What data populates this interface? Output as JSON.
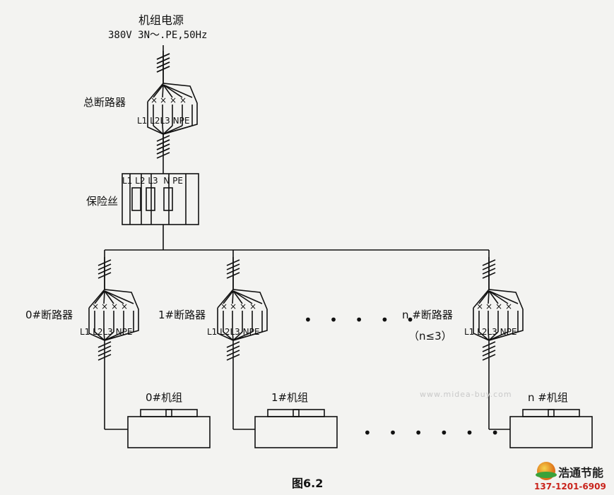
{
  "power_source": {
    "title": "机组电源",
    "spec": "380V 3N～.PE,50Hz"
  },
  "main_breaker": {
    "label": "总断路器",
    "terminals": [
      "L1",
      "L2",
      "L3",
      "N",
      "PE"
    ]
  },
  "fuse": {
    "label": "保险丝",
    "terminals": [
      "L1",
      "L2",
      "L3",
      "N",
      "PE"
    ]
  },
  "branch_breakers": [
    {
      "label": "0#断路器",
      "terminals": [
        "L1",
        "L2",
        "L3",
        "N",
        "PE"
      ]
    },
    {
      "label": "1#断路器",
      "terminals": [
        "L1",
        "L2",
        "L3",
        "N",
        "PE"
      ]
    },
    {
      "label": "n #断路器",
      "note": "（n≤3）",
      "terminals": [
        "L1",
        "L2",
        "L3",
        "N",
        "PE"
      ]
    }
  ],
  "units": [
    {
      "label": "0#机组"
    },
    {
      "label": "1#机组"
    },
    {
      "label": "n #机组"
    }
  ],
  "ellipsis": "• • • • •",
  "ellipsis_units": "• • • • • •",
  "watermark": "www.midea-buy.com",
  "caption": "图6.2",
  "logo": {
    "name": "浩通节能",
    "phone": "137-1201-6909"
  }
}
